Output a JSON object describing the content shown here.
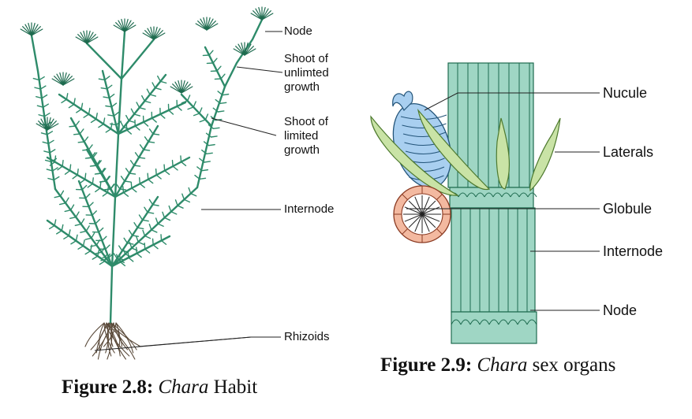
{
  "figure_left": {
    "labels": {
      "node": "Node",
      "shoot_unlimited": [
        "Shoot of",
        "unlimted",
        "growth"
      ],
      "shoot_limited": [
        "Shoot of",
        "limited",
        "growth"
      ],
      "internode": "Internode",
      "rhizoids": "Rhizoids"
    },
    "caption": {
      "number": "Figure 2.8:",
      "genus": "Chara",
      "rest": "Habit"
    }
  },
  "figure_right": {
    "labels": {
      "nucule": "Nucule",
      "laterals": "Laterals",
      "globule": "Globule",
      "internode": "Internode",
      "node": "Node"
    },
    "caption": {
      "number": "Figure 2.9:",
      "genus": "Chara",
      "rest": "sex organs"
    }
  },
  "colors": {
    "stem": "#2e8b6a",
    "stem_dark": "#1e6b4f",
    "internode_fill": "#9fd6c4",
    "lateral_fill": "#c9e3a6",
    "nucule_fill": "#a9cff0",
    "globule_fill": "#f3b9a0",
    "rhizoid": "#5a4a3a"
  }
}
